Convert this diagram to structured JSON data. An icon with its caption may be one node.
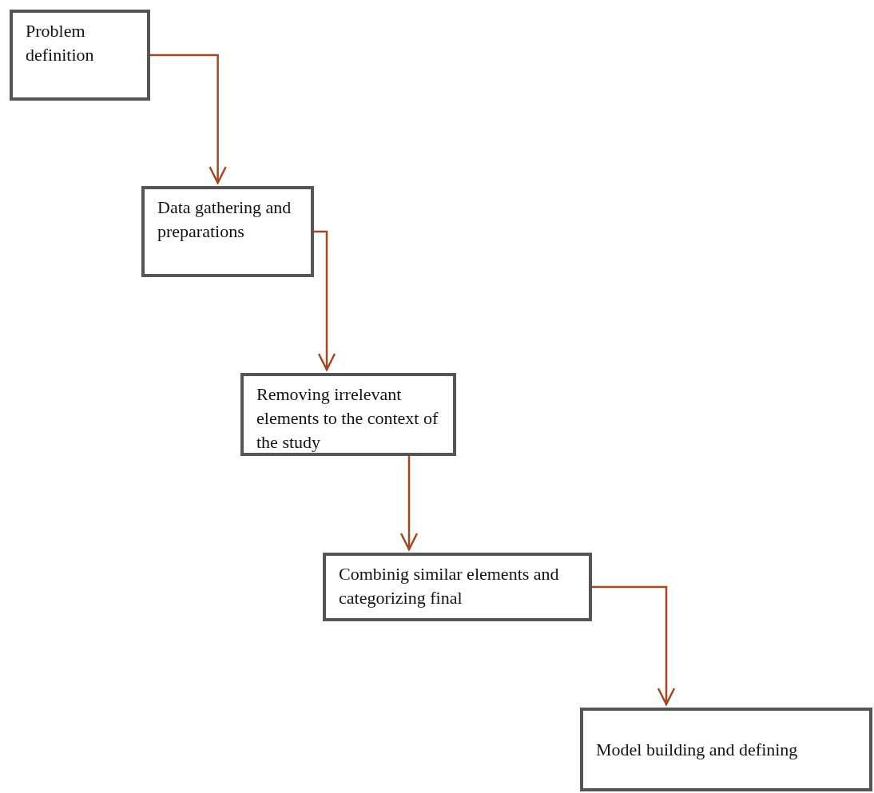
{
  "diagram": {
    "nodes": [
      {
        "text": [
          "Problem definition"
        ]
      },
      {
        "text": [
          "Data gathering and preparations"
        ]
      },
      {
        "text": [
          "Removing irrelevant elements to the context of the study"
        ]
      },
      {
        "text": [
          "Combinig similar elements and categorizing final"
        ]
      },
      {
        "text": [
          "Model building and defining"
        ]
      }
    ],
    "edges": [
      {
        "from": 0,
        "to": 1,
        "arrow": "to"
      },
      {
        "from": 1,
        "to": 2,
        "arrow": "to"
      },
      {
        "from": 2,
        "to": 3,
        "arrow": "to"
      },
      {
        "from": 3,
        "to": 4,
        "arrow": "to"
      }
    ]
  }
}
